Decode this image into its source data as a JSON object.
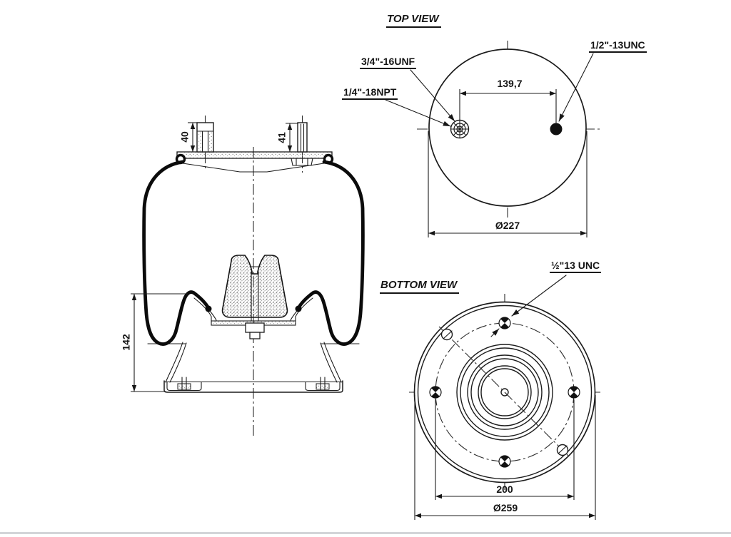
{
  "side_view": {
    "dim_stud_left": "40",
    "dim_stud_right": "41",
    "dim_height": "142"
  },
  "top_view": {
    "title": "TOP VIEW",
    "label_unf": "3/4\"-16UNF",
    "label_npt": "1/4\"-18NPT",
    "label_unc": "1/2\"-13UNC",
    "dim_port_spacing": "139,7",
    "dim_plate_diameter": "Ø227"
  },
  "bottom_view": {
    "title": "BOTTOM VIEW",
    "label_unc": "½\"13 UNC",
    "dim_bolt_spacing": "200",
    "dim_base_diameter": "Ø259"
  },
  "colors": {
    "ink": "#1a1a1a",
    "paper": "#ffffff",
    "divider": "#d3d5d8"
  }
}
